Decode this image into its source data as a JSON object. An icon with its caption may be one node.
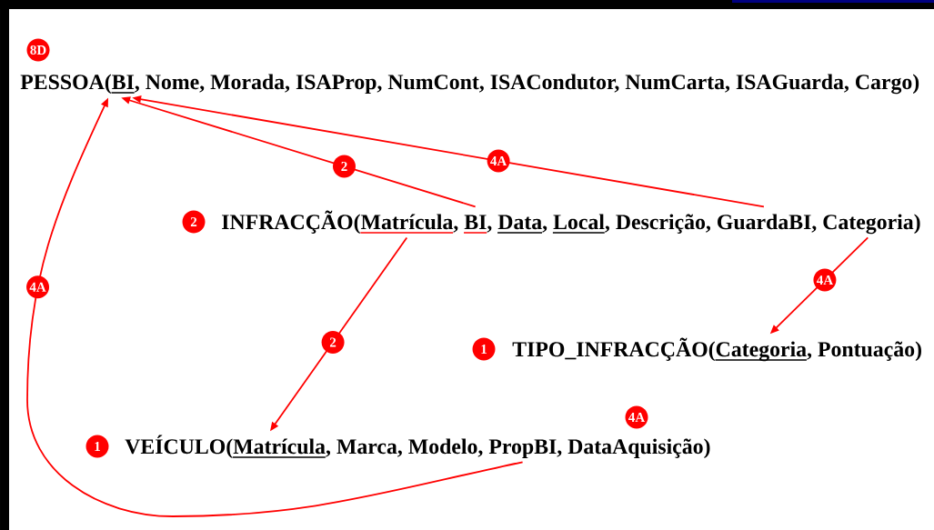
{
  "diagram": {
    "nodes": [
      {
        "text": [
          "PESSOA(BI, Nome, Morada, ISAProp, NumCont, ISACondutor, NumCarta, ISAGuarda, Cargo)"
        ],
        "beside": [
          "8D"
        ]
      },
      {
        "text": [
          "INFRACÇÃO(Matrícula, BI, Data, Local, Descrição, GuardaBI, Categoria)"
        ],
        "beside": [
          "2"
        ]
      },
      {
        "text": [
          "TIPO_INFRACÇÃO(Categoria, Pontuação)"
        ],
        "beside": [
          "1"
        ]
      },
      {
        "text": [
          "VEÍCULO(Matrícula, Marca, Modelo, PropBI, DataAquisição)"
        ],
        "beside": [
          "1"
        ]
      }
    ],
    "edges": [
      {
        "from": 1,
        "to": 0,
        "arrow": "to",
        "label": "2"
      },
      {
        "from": 1,
        "to": 0,
        "arrow": "to",
        "label": "4A"
      },
      {
        "from": 1,
        "to": 3,
        "arrow": "to",
        "label": "2"
      },
      {
        "from": 1,
        "to": 2,
        "arrow": "to",
        "label": "4A"
      },
      {
        "from": 3,
        "to": 0,
        "arrow": "to",
        "label": "4A"
      }
    ],
    "labels": [
      "4A"
    ]
  }
}
